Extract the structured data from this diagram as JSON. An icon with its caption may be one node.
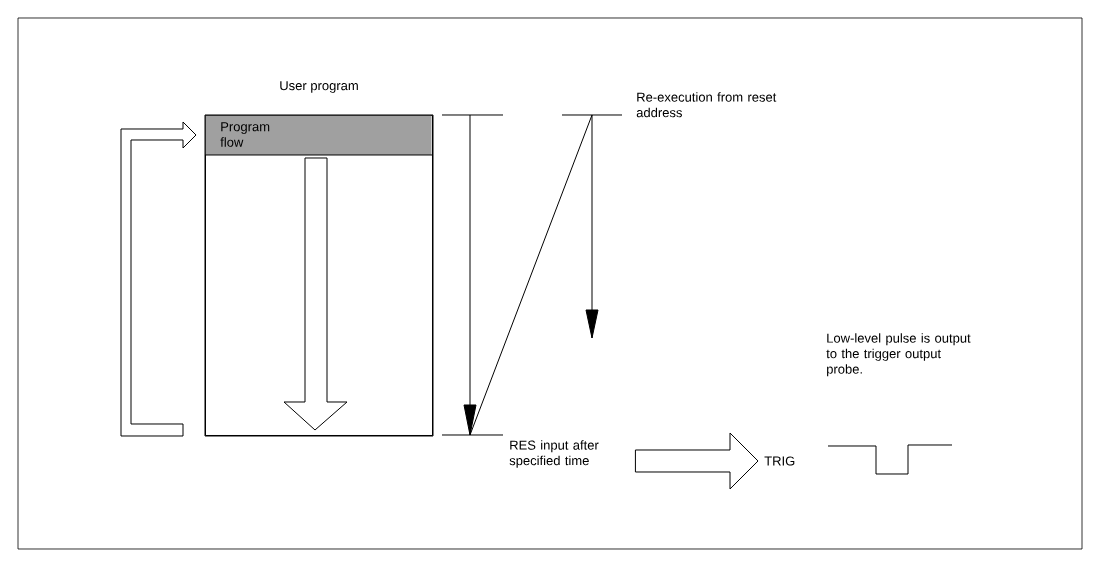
{
  "diagram": {
    "nodes": [
      {
        "text": [
          "User program"
        ]
      },
      {
        "text": [
          "RES input after specified time"
        ]
      },
      {
        "text": [
          "TRIG"
        ]
      }
    ],
    "edges": [
      {
        "from": 0,
        "to": 0,
        "arrow": "to"
      },
      {
        "from": 1,
        "to": 2,
        "arrow": "to"
      }
    ],
    "labels": [
      "Program flow",
      "Re-execution from reset address",
      "Low-level pulse is output to the trigger output probe."
    ]
  }
}
